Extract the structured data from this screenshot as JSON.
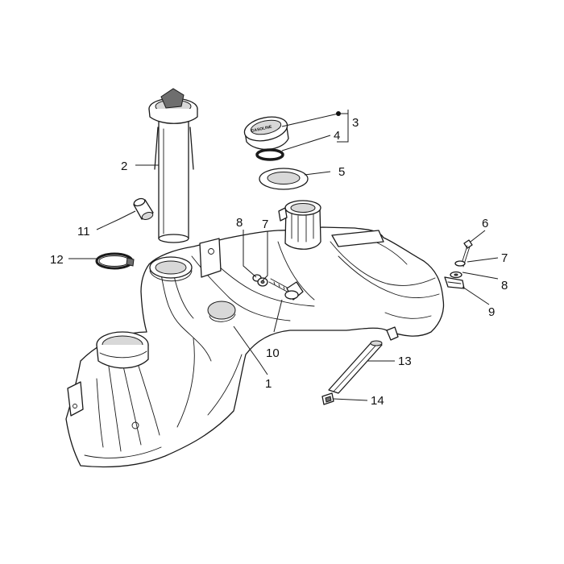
{
  "diagram": {
    "cap_text": "GASOLINE",
    "callouts": [
      {
        "id": "1",
        "label": "1"
      },
      {
        "id": "2",
        "label": "2"
      },
      {
        "id": "3",
        "label": "3"
      },
      {
        "id": "4",
        "label": "4"
      },
      {
        "id": "5",
        "label": "5"
      },
      {
        "id": "6",
        "label": "6"
      },
      {
        "id": "7a",
        "label": "7"
      },
      {
        "id": "7b",
        "label": "7"
      },
      {
        "id": "8a",
        "label": "8"
      },
      {
        "id": "8b",
        "label": "8"
      },
      {
        "id": "9",
        "label": "9"
      },
      {
        "id": "10",
        "label": "10"
      },
      {
        "id": "11",
        "label": "11"
      },
      {
        "id": "12",
        "label": "12"
      },
      {
        "id": "13",
        "label": "13"
      },
      {
        "id": "14",
        "label": "14"
      }
    ]
  }
}
